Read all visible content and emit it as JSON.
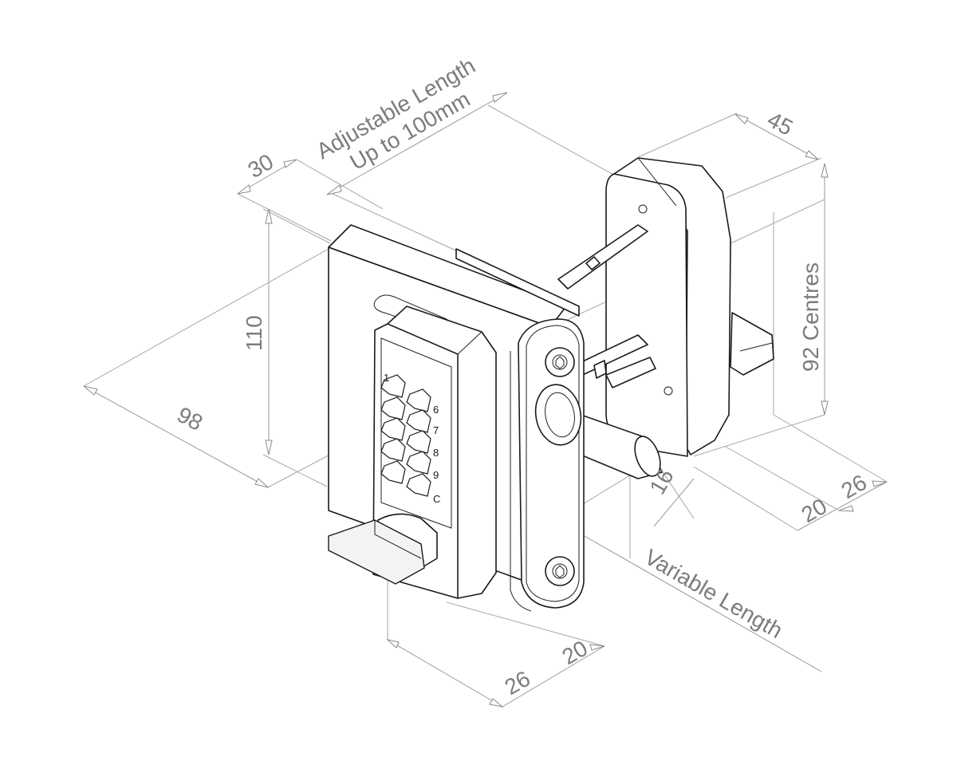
{
  "dimensions": {
    "adjustable_length": "Adjustable Length",
    "up_to": "Up to 100mm",
    "d30": "30",
    "d45": "45",
    "d110": "110",
    "d98": "98",
    "d92": "92 Centres",
    "d16": "16",
    "d20_right": "20",
    "d26_right": "26",
    "variable_length": "Variable Length",
    "d26_bottom": "26",
    "d20_bottom": "20"
  },
  "keypad": {
    "labels": [
      "1",
      "6",
      "7",
      "8",
      "9",
      "C"
    ]
  }
}
